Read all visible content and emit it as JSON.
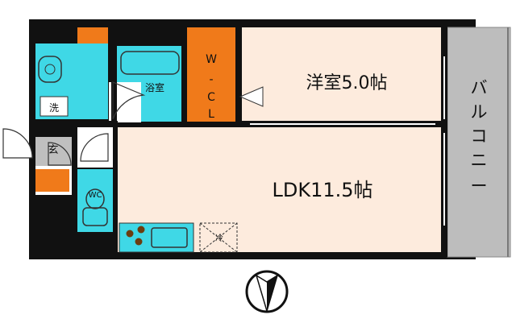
{
  "rooms": {
    "bath": "浴室",
    "laundry": "洗",
    "wcl": [
      "W",
      "-",
      "C",
      "L"
    ],
    "western": "洋室5.0帖",
    "entrance": "玄",
    "toilet": "WC",
    "ldk": "LDK11.5帖",
    "fridge": "冷",
    "balcony": [
      "バ",
      "ル",
      "コ",
      "ニ",
      "ー"
    ]
  },
  "colors": {
    "wall": "#111111",
    "orange": "#f07a1a",
    "cyan": "#3fd8e6",
    "room": "#fdebdd",
    "balcony": "#bdbdbd",
    "entry_gray": "#bfbfbf"
  },
  "icons": [
    "washbasin-icon",
    "bathtub-icon",
    "door-swing-icon",
    "toilet-icon",
    "stove-burner-icon",
    "sink-icon",
    "compass-icon"
  ]
}
